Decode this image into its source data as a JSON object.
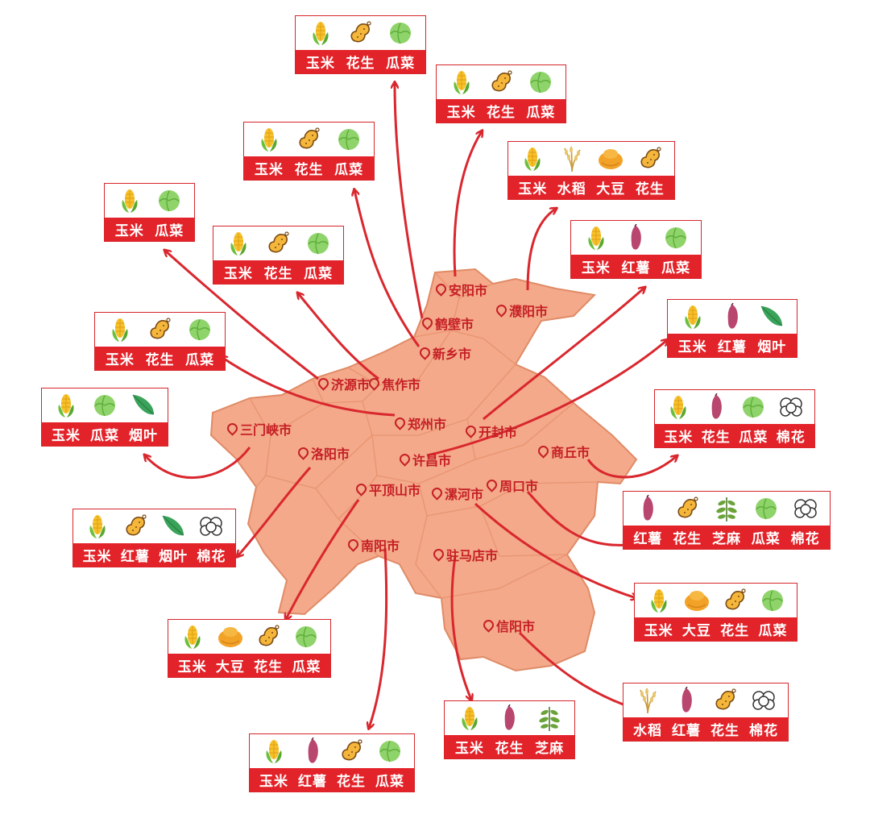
{
  "cities": [
    {
      "id": "anyang",
      "name": "安阳市"
    },
    {
      "id": "hebi",
      "name": "鹤壁市"
    },
    {
      "id": "puyang",
      "name": "濮阳市"
    },
    {
      "id": "xinxiang",
      "name": "新乡市"
    },
    {
      "id": "jiyuan",
      "name": "济源市"
    },
    {
      "id": "jiaozuo",
      "name": "焦作市"
    },
    {
      "id": "sanmenxia",
      "name": "三门峡市"
    },
    {
      "id": "zhengzhou",
      "name": "郑州市"
    },
    {
      "id": "kaifeng",
      "name": "开封市"
    },
    {
      "id": "luoyang",
      "name": "洛阳市"
    },
    {
      "id": "xuchang",
      "name": "许昌市"
    },
    {
      "id": "shangqiu",
      "name": "商丘市"
    },
    {
      "id": "pingdingshan",
      "name": "平顶山市"
    },
    {
      "id": "luohe",
      "name": "漯河市"
    },
    {
      "id": "zhoukou",
      "name": "周口市"
    },
    {
      "id": "nanyang",
      "name": "南阳市"
    },
    {
      "id": "zhumadian",
      "name": "驻马店市"
    },
    {
      "id": "xinyang",
      "name": "信阳市"
    }
  ],
  "crop_boxes": [
    {
      "id": "hebi",
      "crops": [
        "玉米",
        "花生",
        "瓜菜"
      ],
      "icons": [
        "corn-icon",
        "peanut-icon",
        "cabbage-icon"
      ]
    },
    {
      "id": "anyang",
      "crops": [
        "玉米",
        "花生",
        "瓜菜"
      ],
      "icons": [
        "corn-icon",
        "peanut-icon",
        "cabbage-icon"
      ]
    },
    {
      "id": "xinxiang",
      "crops": [
        "玉米",
        "花生",
        "瓜菜"
      ],
      "icons": [
        "corn-icon",
        "peanut-icon",
        "cabbage-icon"
      ]
    },
    {
      "id": "puyang",
      "crops": [
        "玉米",
        "水稻",
        "大豆",
        "花生"
      ],
      "icons": [
        "corn-icon",
        "rice-icon",
        "soybean-icon",
        "peanut-icon"
      ]
    },
    {
      "id": "jiyuan",
      "crops": [
        "玉米",
        "瓜菜"
      ],
      "icons": [
        "corn-icon",
        "cabbage-icon"
      ]
    },
    {
      "id": "jiaozuo",
      "crops": [
        "玉米",
        "花生",
        "瓜菜"
      ],
      "icons": [
        "corn-icon",
        "peanut-icon",
        "cabbage-icon"
      ]
    },
    {
      "id": "kaifeng",
      "crops": [
        "玉米",
        "红薯",
        "瓜菜"
      ],
      "icons": [
        "corn-icon",
        "sweet-potato-icon",
        "cabbage-icon"
      ]
    },
    {
      "id": "zhengzhou",
      "crops": [
        "玉米",
        "花生",
        "瓜菜"
      ],
      "icons": [
        "corn-icon",
        "peanut-icon",
        "cabbage-icon"
      ]
    },
    {
      "id": "xuchang",
      "crops": [
        "玉米",
        "红薯",
        "烟叶"
      ],
      "icons": [
        "corn-icon",
        "sweet-potato-icon",
        "tobacco-leaf-icon"
      ]
    },
    {
      "id": "sanmenxia",
      "crops": [
        "玉米",
        "瓜菜",
        "烟叶"
      ],
      "icons": [
        "corn-icon",
        "cabbage-icon",
        "tobacco-leaf-icon"
      ]
    },
    {
      "id": "shangqiu",
      "crops": [
        "玉米",
        "花生",
        "瓜菜",
        "棉花"
      ],
      "icons": [
        "corn-icon",
        "sweet-potato-icon",
        "cabbage-icon",
        "cotton-icon"
      ]
    },
    {
      "id": "zhoukou",
      "crops": [
        "红薯",
        "花生",
        "芝麻",
        "瓜菜",
        "棉花"
      ],
      "icons": [
        "sweet-potato-icon",
        "peanut-icon",
        "sesame-icon",
        "cabbage-icon",
        "cotton-icon"
      ]
    },
    {
      "id": "luoyang",
      "crops": [
        "玉米",
        "红薯",
        "烟叶",
        "棉花"
      ],
      "icons": [
        "corn-icon",
        "peanut-icon",
        "tobacco-leaf-icon",
        "cotton-icon"
      ]
    },
    {
      "id": "luohe",
      "crops": [
        "玉米",
        "大豆",
        "花生",
        "瓜菜"
      ],
      "icons": [
        "corn-icon",
        "soybean-icon",
        "peanut-icon",
        "cabbage-icon"
      ]
    },
    {
      "id": "pingdingshan",
      "crops": [
        "玉米",
        "大豆",
        "花生",
        "瓜菜"
      ],
      "icons": [
        "corn-icon",
        "soybean-icon",
        "peanut-icon",
        "cabbage-icon"
      ]
    },
    {
      "id": "xinyang",
      "crops": [
        "水稻",
        "红薯",
        "花生",
        "棉花"
      ],
      "icons": [
        "rice-icon",
        "sweet-potato-icon",
        "peanut-icon",
        "cotton-icon"
      ]
    },
    {
      "id": "zhumadian",
      "crops": [
        "玉米",
        "花生",
        "芝麻"
      ],
      "icons": [
        "corn-icon",
        "sweet-potato-icon",
        "sesame-icon"
      ]
    },
    {
      "id": "nanyang",
      "crops": [
        "玉米",
        "红薯",
        "花生",
        "瓜菜"
      ],
      "icons": [
        "corn-icon",
        "sweet-potato-icon",
        "peanut-icon",
        "cabbage-icon"
      ]
    }
  ],
  "colors": {
    "map_fill": "#f3a98a",
    "map_stroke": "#e08b66",
    "arrow": "#d9272e",
    "label_bg": "#e3232a",
    "city_text": "#c61f25"
  }
}
